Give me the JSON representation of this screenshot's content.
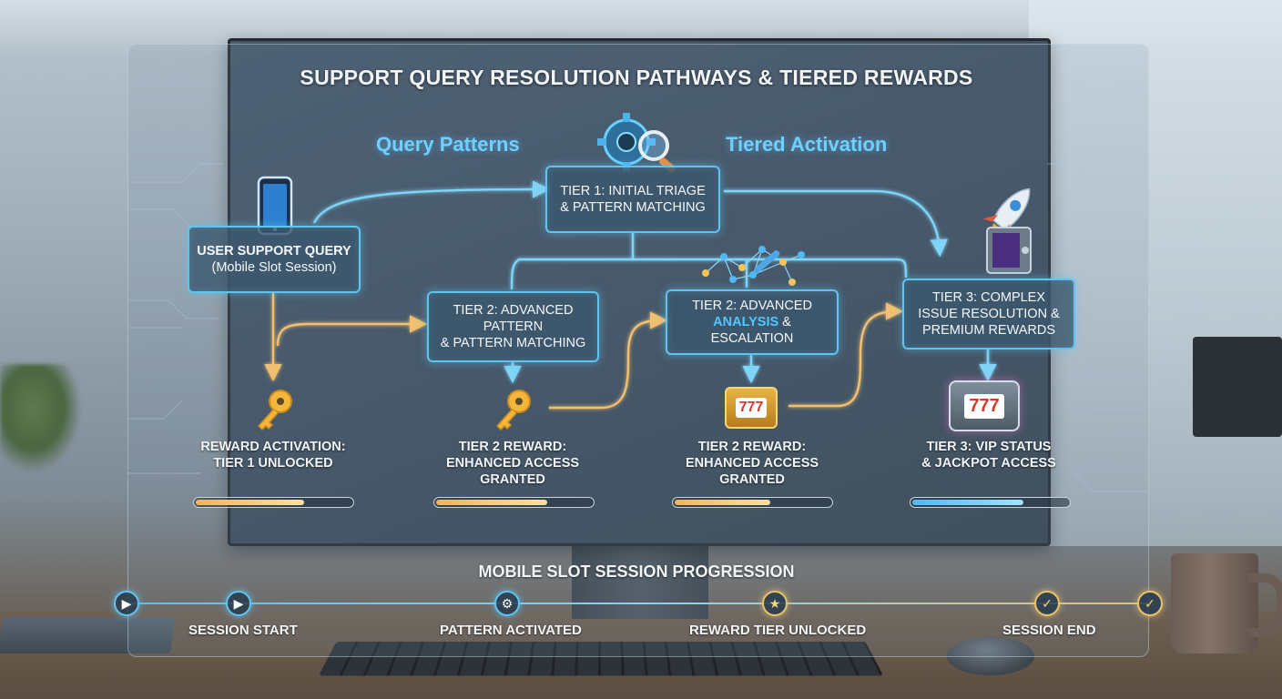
{
  "title": "SUPPORT QUERY RESOLUTION PATHWAYS & TIERED REWARDS",
  "section_labels": {
    "left": "Query Patterns",
    "right": "Tiered Activation"
  },
  "nodes": {
    "user_query": {
      "line1": "USER SUPPORT QUERY",
      "line2": "(Mobile Slot Session)"
    },
    "tier1": {
      "line1": "TIER 1: INITIAL TRIAGE",
      "line2": "& PATTERN MATCHING"
    },
    "tier2a": {
      "line1": "TIER 2: ADVANCED",
      "line2": "PATTERN",
      "line3": "& PATTERN MATCHING"
    },
    "tier2b": {
      "line1": "TIER 2: ADVANCED",
      "line2_highlight": "ANALYSIS",
      "line2_rest": " & ESCALATION"
    },
    "tier3": {
      "line1": "TIER 3: COMPLEX",
      "line2": "ISSUE RESOLUTION &",
      "line3": "PREMIUM REWARDS"
    }
  },
  "rewards": [
    {
      "line1": "REWARD ACTIVATION:",
      "line2": "TIER 1 UNLOCKED",
      "line3": "",
      "progress": 0.7,
      "color": "#f0b45a"
    },
    {
      "line1": "TIER 2 REWARD:",
      "line2": "ENHANCED ACCESS",
      "line3": "GRANTED",
      "progress": 0.72,
      "color": "#f0b45a"
    },
    {
      "line1": "TIER 2 REWARD:",
      "line2": "ENHANCED ACCESS",
      "line3": "GRANTED",
      "progress": 0.62,
      "color": "#f0b45a"
    },
    {
      "line1": "TIER 3: VIP STATUS",
      "line2": "& JACKPOT ACCESS",
      "line3": "",
      "progress": 0.72,
      "color": "#4fb8f5"
    }
  ],
  "timeline": {
    "title": "MOBILE SLOT SESSION PROGRESSION",
    "labels": {
      "start": "SESSION START",
      "pattern": "PATTERN ACTIVATED",
      "reward": "REWARD TIER UNLOCKED",
      "end": "SESSION END"
    },
    "markers": [
      {
        "icon": "play-icon",
        "color": "blue"
      },
      {
        "icon": "play-icon",
        "color": "blue"
      },
      {
        "icon": "gear-icon",
        "color": "blue"
      },
      {
        "icon": "trophy-icon",
        "color": "gold"
      },
      {
        "icon": "check-icon",
        "color": "gold"
      },
      {
        "icon": "check-icon",
        "color": "gold"
      }
    ]
  },
  "colors": {
    "accent_blue": "#5fc4f0",
    "accent_gold": "#f0b45a",
    "section_label": "#6fd0ff"
  },
  "slot_symbol": "777"
}
